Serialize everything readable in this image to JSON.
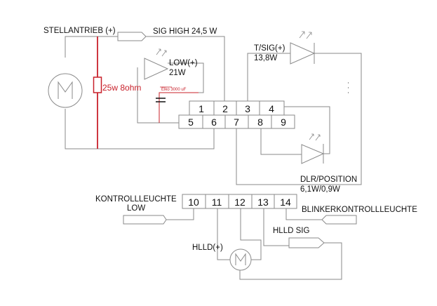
{
  "labels": {
    "stellantrieb": "STELLANTRIEB (+)",
    "sig_high": "SIG HIGH 24,5 W",
    "low_plus": "LOW(+)",
    "low_watt": "21W",
    "resistor": "25w 8ohm",
    "elko": "Elko 3000 uF",
    "tsig": "T/SIG(+)",
    "tsig_watt": "13,8W",
    "dlr": "DLR/POSITION",
    "dlr_watt": "6,1W/0,9W",
    "kontroll_1": "KONTROLLLEUCHTE",
    "kontroll_2": "LOW",
    "blinker": "BLINKERKONTROLLLEUCHTE",
    "hlld_sig": "HLLD SIG",
    "hlld_plus": "HLLD(+)"
  },
  "connector_top": {
    "row1": [
      "1",
      "2",
      "3",
      "4"
    ],
    "row2": [
      "5",
      "6",
      "7",
      "8",
      "9"
    ]
  },
  "connector_bottom": [
    "10",
    "11",
    "12",
    "13",
    "14"
  ],
  "colors": {
    "wire": "#8a8a8a",
    "accent_red": "#c8202a"
  }
}
